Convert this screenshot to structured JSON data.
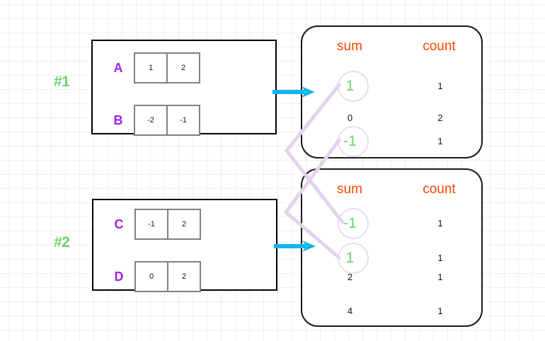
{
  "diagram": {
    "title": "partial aggregation sum and count per partition",
    "colors": {
      "group_label": "#6ED06E",
      "row_label": "#A020F0",
      "header": "#FF4500",
      "highlight": "#6ED06E",
      "arrow": "#12B5EB",
      "link": "#E3D3EA",
      "block_border": "#000000",
      "cell_border": "#808080",
      "panel_border": "#1A1A1A"
    }
  },
  "groups": [
    {
      "label": "#1",
      "rows": [
        {
          "name": "A",
          "values": [
            "1",
            "2"
          ]
        },
        {
          "name": "B",
          "values": [
            "-2",
            "-1"
          ]
        }
      ]
    },
    {
      "label": "#2",
      "rows": [
        {
          "name": "C",
          "values": [
            "-1",
            "2"
          ]
        },
        {
          "name": "D",
          "values": [
            "0",
            "2"
          ]
        }
      ]
    }
  ],
  "panels": [
    {
      "name": "partition-1-aggregate",
      "headers": {
        "sum": "sum",
        "count": "count"
      },
      "rows": [
        {
          "sum": "1",
          "count": "1",
          "highlight": true
        },
        {
          "sum": "0",
          "count": "2",
          "highlight": false
        },
        {
          "sum": "-1",
          "count": "1",
          "highlight": true
        }
      ]
    },
    {
      "name": "partition-2-aggregate",
      "headers": {
        "sum": "sum",
        "count": "count"
      },
      "rows": [
        {
          "sum": "-1",
          "count": "1",
          "highlight": true
        },
        {
          "sum": "1",
          "count": "1",
          "highlight": true
        },
        {
          "sum": "2",
          "count": "1",
          "highlight": false
        },
        {
          "sum": "4",
          "count": "1",
          "highlight": false
        }
      ]
    }
  ],
  "arrows": [
    {
      "name": "group-1-to-panel-1",
      "label": ""
    },
    {
      "name": "group-2-to-panel-2",
      "label": ""
    }
  ],
  "links": [
    {
      "name": "link-sum-1-top-to-sum-minus1-bottom"
    },
    {
      "name": "link-sum-minus1-top-to-sum-1-bottom"
    }
  ]
}
